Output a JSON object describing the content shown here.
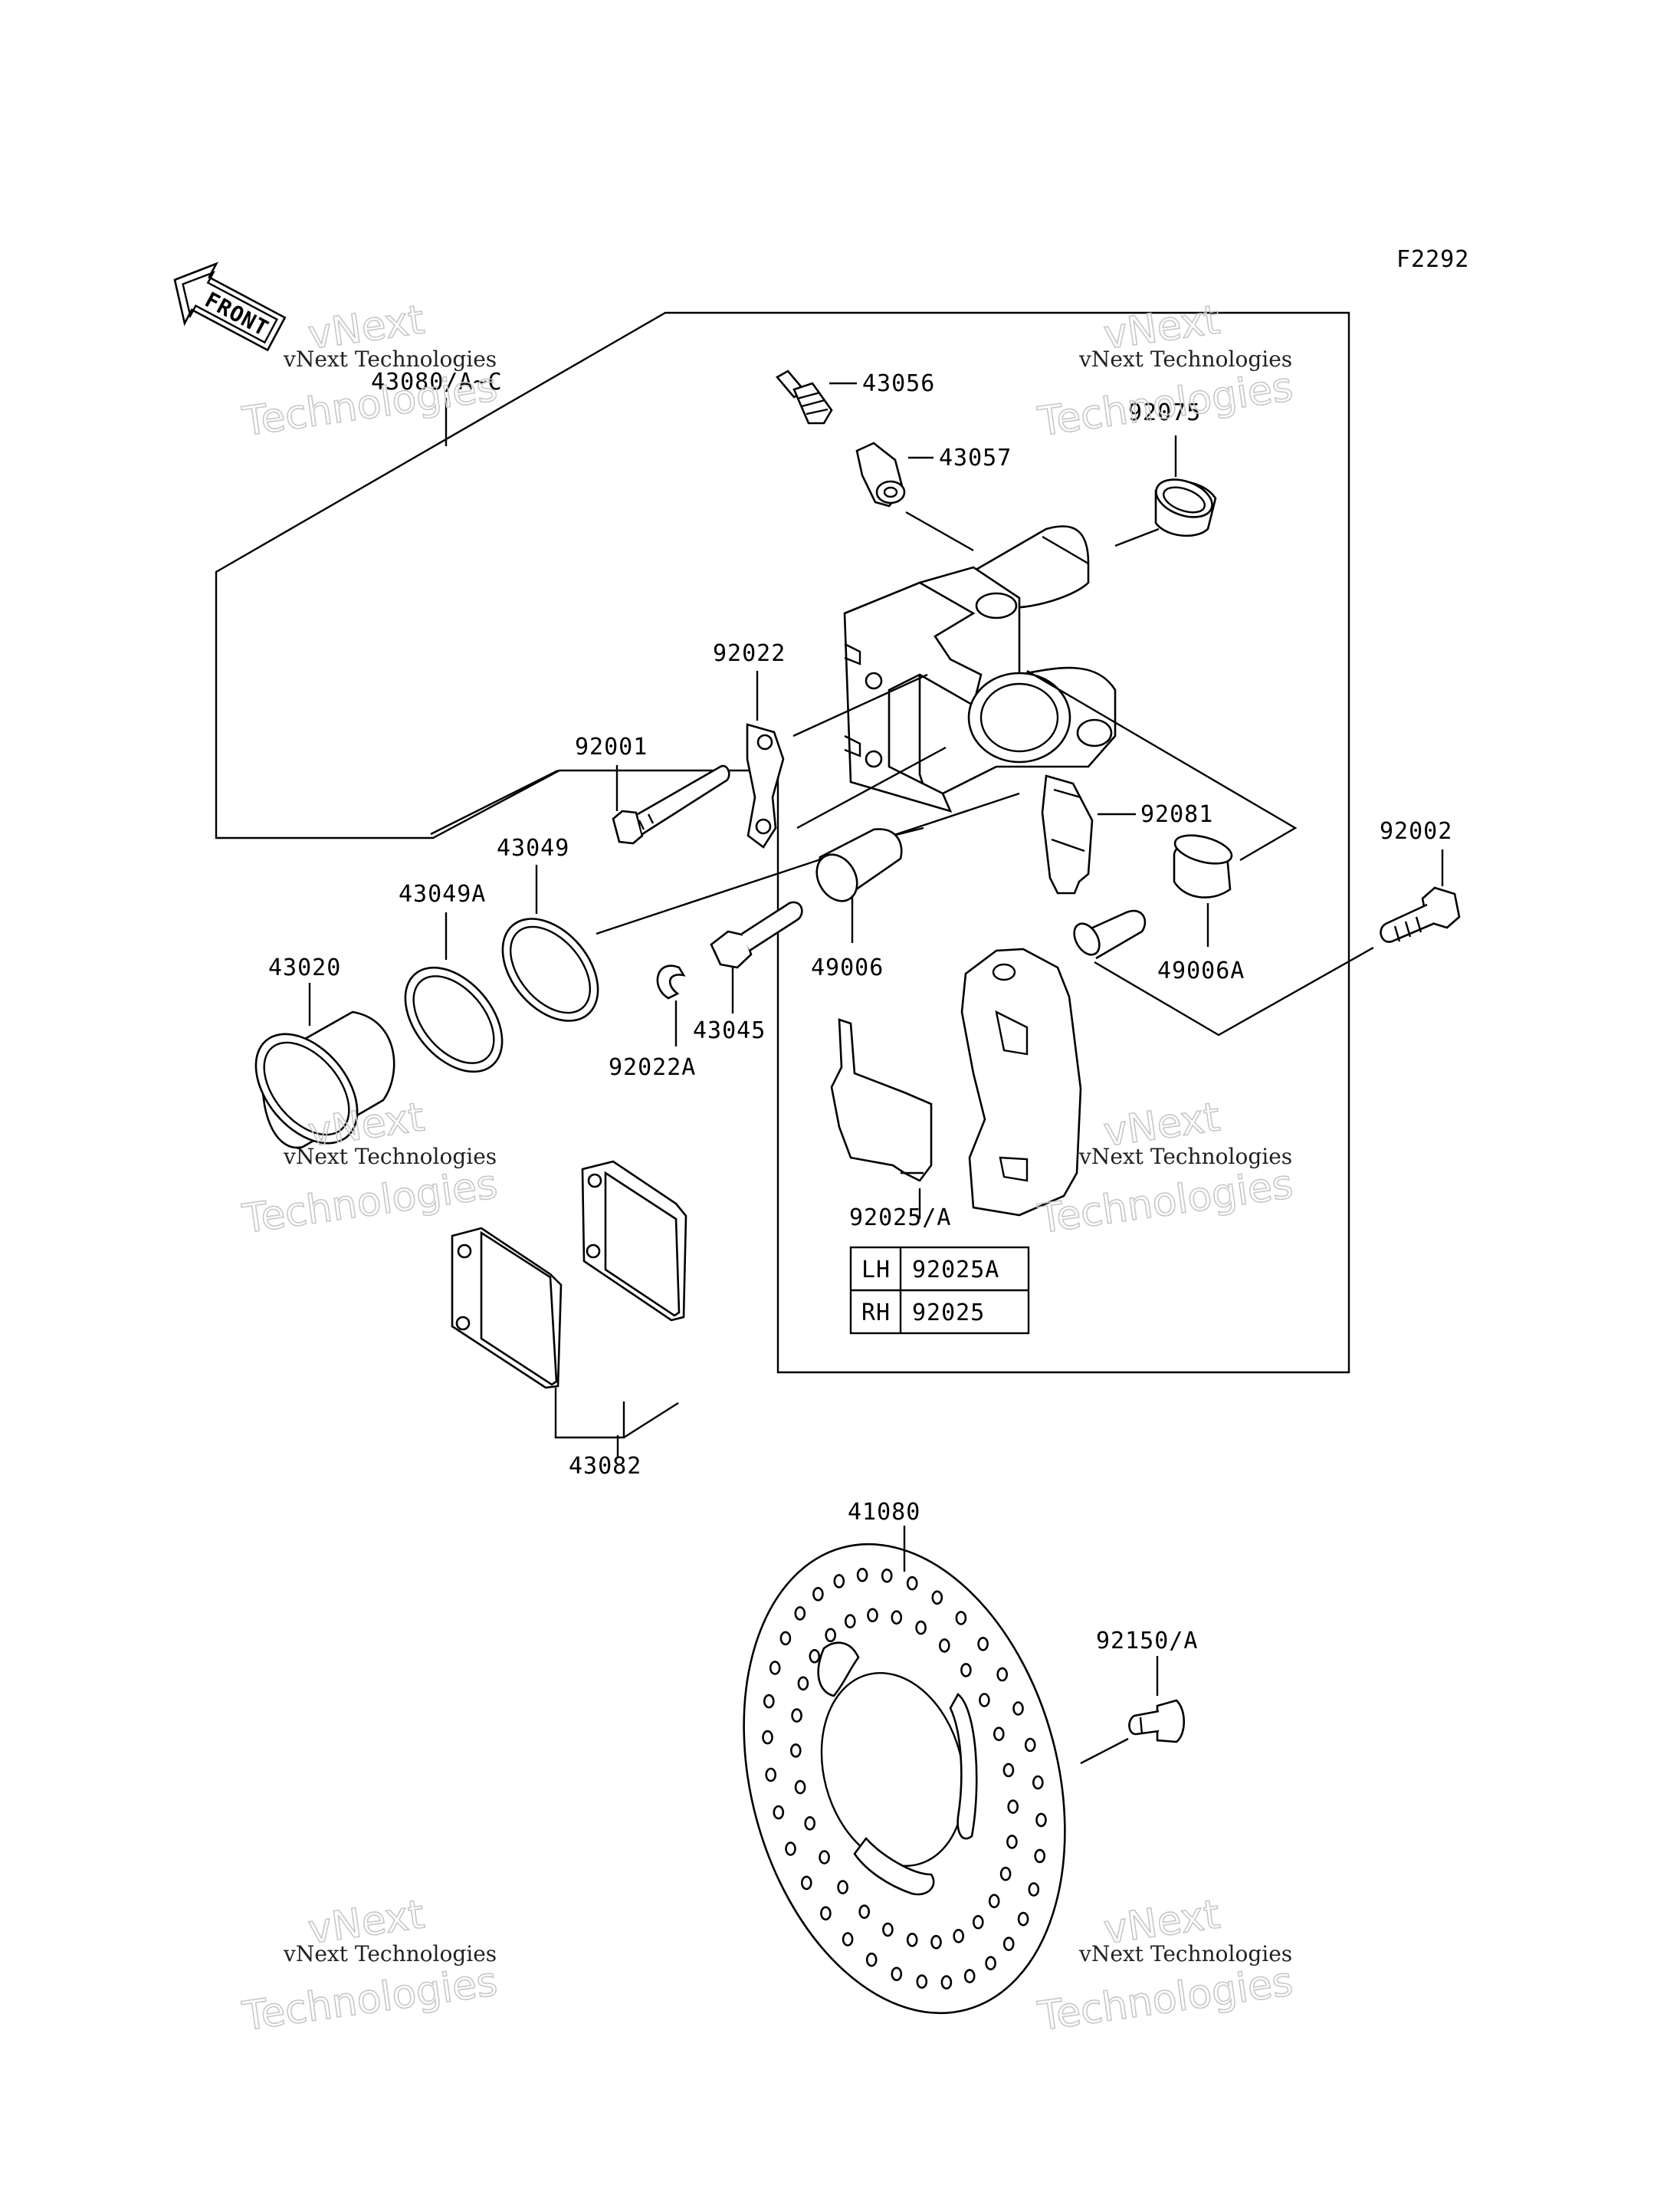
{
  "figure_code": "F2292",
  "front_label": "FRONT",
  "watermark": {
    "line1": "vNext Technologies",
    "line2a": "vNext",
    "line2b": "Technologies"
  },
  "parts": {
    "caliper_assy": "43080/A~C",
    "bleeder_valve": "43056",
    "bleeder_cap": "43057",
    "boot_92075": "92075",
    "plate_92022": "92022",
    "bolt_92001": "92001",
    "seal_43049": "43049",
    "seal_43049A": "43049A",
    "piston_43020": "43020",
    "spring_92081": "92081",
    "bolt_92002": "92002",
    "boot_49006": "49006",
    "boot_49006A": "49006A",
    "shaft_43045": "43045",
    "ring_92022A": "92022A",
    "spring_92025": "92025/A",
    "pads_43082": "43082",
    "disc_41080": "41080",
    "bolt_92150": "92150/A"
  },
  "side_table": {
    "rows": [
      {
        "side": "LH",
        "part": "92025A"
      },
      {
        "side": "RH",
        "part": "92025"
      }
    ]
  }
}
